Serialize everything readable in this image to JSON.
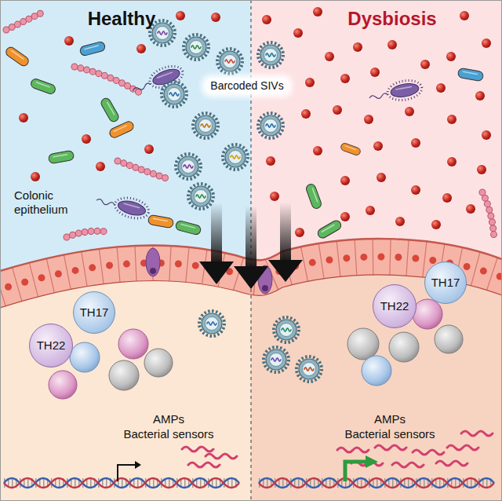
{
  "diagram": {
    "nodes": [
      {
        "text": [
          "TH17"
        ]
      },
      {
        "text": [
          "TH22"
        ]
      },
      {
        "text": [
          "TH17"
        ]
      },
      {
        "text": [
          "TH22"
        ]
      }
    ],
    "labels": [
      "Healthy",
      "Dysbiosis",
      "Barcoded SIVs",
      "Colonic epithelium",
      "AMPs",
      "Bacterial sensors",
      "AMPs",
      "Bacterial sensors"
    ]
  }
}
